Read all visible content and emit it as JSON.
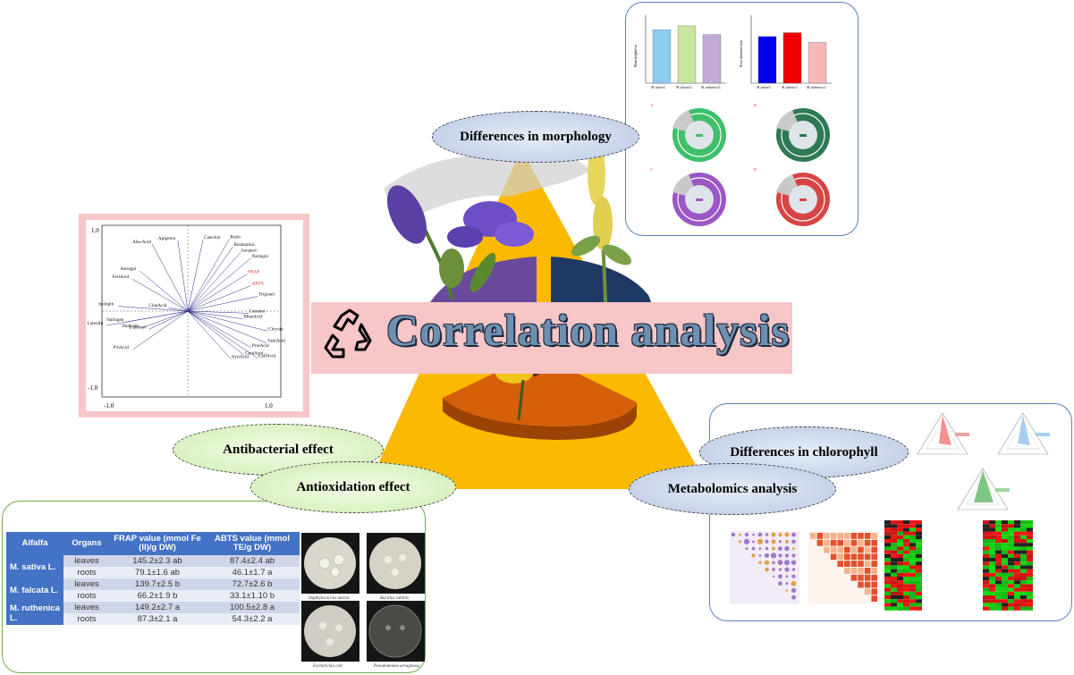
{
  "title": "Correlation analysis",
  "labels": {
    "morphology": "Differences in morphology",
    "chlorophyll": "Differences in chlorophyll",
    "metabolomics": "Metabolomics analysis",
    "antibacterial": "Antibacterial effect",
    "antioxidation": "Antioxidation effect"
  },
  "colors": {
    "triangle": "#fbb900",
    "title_band": "#f7c6c6",
    "pie_purple": "#6a4a9c",
    "pie_navy": "#1f3864",
    "pie_orange": "#d65f0a",
    "morph_border": "#5b82b5",
    "anti_border": "#70ad47"
  },
  "pca": {
    "axis_ticks": [
      "1.0",
      "-1.0",
      "-1.0",
      "1.0"
    ],
    "highlight": [
      "FRAP",
      "ABTS"
    ],
    "vector_labels": [
      "Naringin",
      "Rutin",
      "Rosmarinic",
      "AbscAcid",
      "Catechin",
      "Apigenin",
      "Isoquerc",
      "FRAP",
      "Trigonel",
      "ABTS",
      "Astragal",
      "FerlAcid",
      "Genistei",
      "MinsAcid",
      "Chrysin",
      "VaniAcid",
      "CinnAcid",
      "Isolupin",
      "Naringen",
      "Daidzein",
      "L-phenyl",
      "LuteolIn",
      "P-hAcid",
      "ProtAcid",
      "CaffAcid",
      "GentAcid",
      "SyriAcid"
    ]
  },
  "morphology": {
    "bar_panels": [
      {
        "ylabel": "Plant height/cm",
        "categories": [
          "M. sativa L.",
          "M. falcata L.",
          "M. ruthenica L."
        ],
        "colors": [
          "#8ecbf0",
          "#c8e6a0",
          "#c3a9d8"
        ],
        "values": [
          55,
          59,
          50
        ]
      },
      {
        "ylabel": "Root diameter/mm",
        "categories": [
          "M. sativa L.",
          "M. falcata L.",
          "M. ruthenica L."
        ],
        "colors": [
          "#0000ee",
          "#ee0000",
          "#f7b8b8"
        ],
        "values": [
          48,
          52,
          42
        ]
      }
    ],
    "ring_colors": [
      "#3fbf6a",
      "#2d7a55",
      "#9b57c4",
      "#d84545"
    ],
    "ring_labels": [
      "A",
      "B",
      "C",
      "D"
    ]
  },
  "chlorophyll": {
    "radar_colors": [
      "#e84a4a",
      "#6aaee8",
      "#4caf50"
    ]
  },
  "table": {
    "headers": [
      "Alfalfa",
      "Organs",
      "FRAP value (mmol Fe (II)/g DW)",
      "ABTS value (mmol TE/g DW)"
    ],
    "rows": [
      {
        "species": "M. sativa L.",
        "organ": "leaves",
        "frap": "145.2±2.3 ab",
        "abts": "87.4±2.4 ab"
      },
      {
        "species": "",
        "organ": "roots",
        "frap": "79.1±1.6 ab",
        "abts": "46.1±1.7 a"
      },
      {
        "species": "M. falcata L.",
        "organ": "leaves",
        "frap": "139.7±2.5 b",
        "abts": "72.7±2.6 b"
      },
      {
        "species": "",
        "organ": "roots",
        "frap": "66.2±1.9 b",
        "abts": "33.1±1.10 b"
      },
      {
        "species": "M. ruthenica L.",
        "organ": "leaves",
        "frap": "149.2±2.7 a",
        "abts": "100.5±2.8 a"
      },
      {
        "species": "",
        "organ": "roots",
        "frap": "87.3±2.1 a",
        "abts": "54.3±2.2 a"
      }
    ]
  },
  "plates": {
    "captions": [
      "Staphylococcus aureus",
      "Bacillus subtilis",
      "Escherichia coli",
      "Pseudomonas aeruginosa"
    ]
  }
}
